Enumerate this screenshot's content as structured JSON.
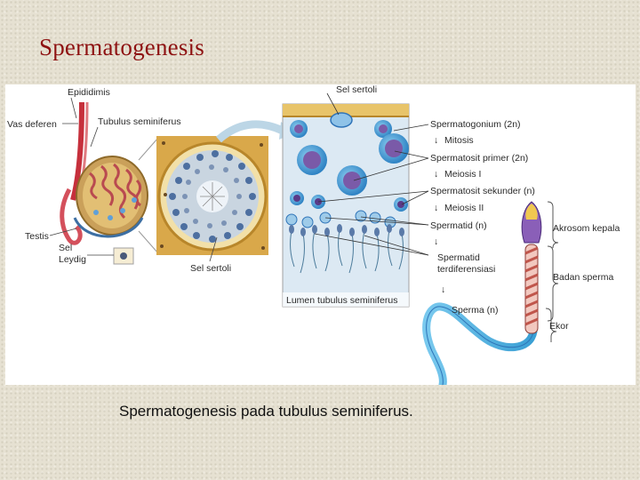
{
  "slide": {
    "title": "Spermatogenesis",
    "caption": "Spermatogenesis pada tubulus seminiferus."
  },
  "diagram": {
    "labels": {
      "epididimis": "Epididimis",
      "vas_deferen": "Vas deferen",
      "tubulus_seminiferus": "Tubulus seminiferus",
      "testis": "Testis",
      "sel_leydig_1": "Sel",
      "sel_leydig_2": "Leydig",
      "sel_sertoli_bottom": "Sel sertoli",
      "sel_sertoli_top": "Sel sertoli",
      "lumen": "Lumen tubulus seminiferus"
    },
    "stages": [
      "Spermatogonium (2n)",
      "Mitosis",
      "Spermatosit primer (2n)",
      "Meiosis I",
      "Spermatosit sekunder (n)",
      "Meiosis II",
      "Spermatid (n)",
      "Spermatid",
      "terdiferensiasi",
      "Sperma (n)"
    ],
    "sperm_parts": {
      "head": "Akrosom kepala",
      "body": "Badan sperma",
      "tail": "Ekor"
    }
  },
  "colors": {
    "title": "#8e1212",
    "tubule_wall": "#d6a63c",
    "sperm_tail": "#58b8e2",
    "sperm_midpiece": "#c0564c",
    "cell_purple": "#7a5aa8",
    "cell_blue": "#2f74b8",
    "lumen_bg": "#dce9f3"
  }
}
